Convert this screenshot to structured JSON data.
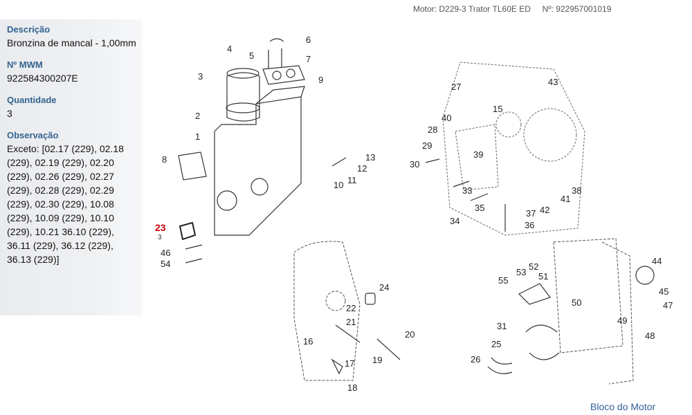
{
  "header": {
    "motor_label": "Motor:",
    "motor_value": "D229-3 Trator TL60E ED",
    "number_label": "Nº:",
    "number_value": "922957001019"
  },
  "details": {
    "descricao_label": "Descrição",
    "descricao_value": "Bronzina de mancal - 1,00mm",
    "mwm_label": "Nº MWM",
    "mwm_value": "922584300207E",
    "quantidade_label": "Quantidade",
    "quantidade_value": "3",
    "observacao_label": "Observação",
    "observacao_value": "Exceto: [02.17 (229), 02.18 (229), 02.19 (229), 02.20 (229), 02.26 (229), 02.27 (229), 02.28 (229), 02.29 (229), 02.30 (229), 10.08 (229), 10.09 (229), 10.10 (229), 10.21 36.10 (229), 36.11 (229), 36.12 (229), 36.13 (229)]"
  },
  "diagram": {
    "highlight_color": "#cc0000",
    "highlight_label": "23",
    "highlight_sublabel": "3",
    "part_labels": [
      "1",
      "2",
      "3",
      "4",
      "5",
      "6",
      "7",
      "8",
      "9",
      "10",
      "11",
      "12",
      "13",
      "46",
      "54",
      "15",
      "16",
      "17",
      "18",
      "19",
      "20",
      "21",
      "22",
      "24",
      "27",
      "28",
      "29",
      "30",
      "33",
      "34",
      "35",
      "36",
      "37",
      "38",
      "39",
      "40",
      "41",
      "42",
      "43",
      "25",
      "26",
      "31",
      "44",
      "45",
      "47",
      "48",
      "49",
      "50",
      "51",
      "52",
      "53",
      "55"
    ]
  },
  "footer": {
    "link_label": "Bloco do Motor"
  }
}
